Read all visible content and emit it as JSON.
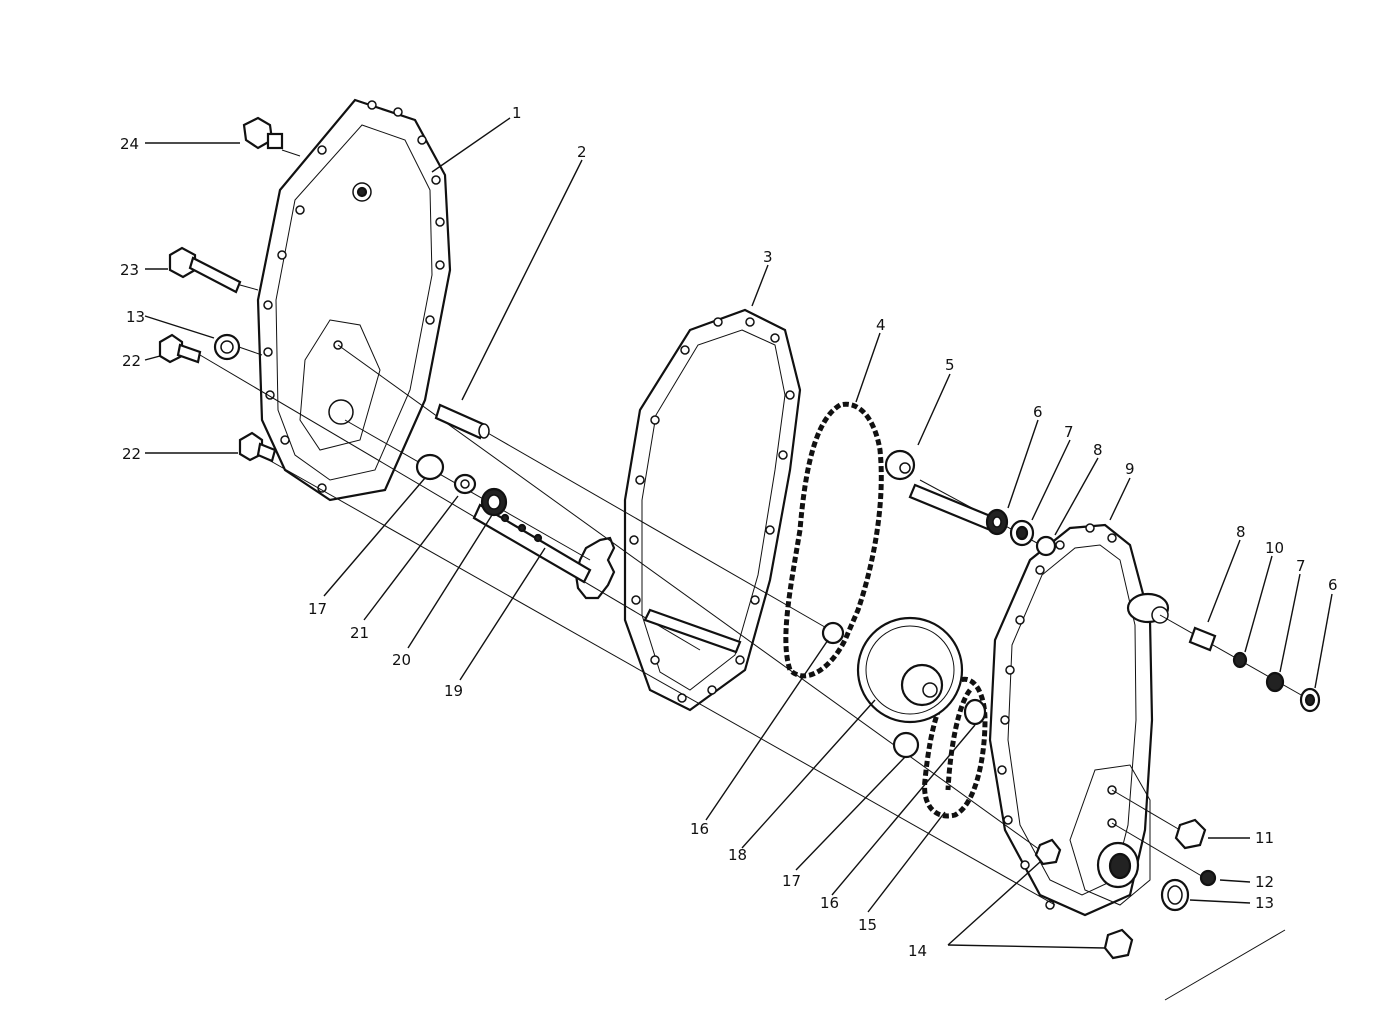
{
  "callouts": {
    "c1": "1",
    "c2": "2",
    "c3": "3",
    "c4": "4",
    "c5": "5",
    "c6a": "6",
    "c6b": "6",
    "c7a": "7",
    "c7b": "7",
    "c8a": "8",
    "c8b": "8",
    "c9": "9",
    "c10": "10",
    "c11": "11",
    "c12": "12",
    "c13a": "13",
    "c13b": "13",
    "c14": "14",
    "c15": "15",
    "c16a": "16",
    "c16b": "16",
    "c17a": "17",
    "c17b": "17",
    "c18": "18",
    "c19": "19",
    "c20": "20",
    "c21": "21",
    "c22a": "22",
    "c22b": "22",
    "c23": "23",
    "c24": "24"
  }
}
